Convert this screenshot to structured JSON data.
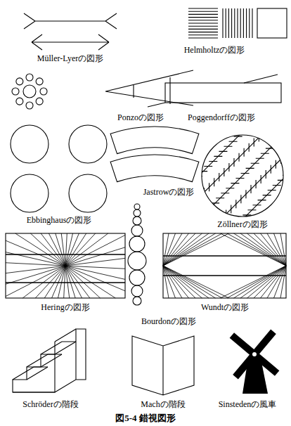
{
  "diagram": {
    "caption": "図5-4 錯視図形",
    "labels": [
      "Müller-Lyerの図形",
      "Helmholtzの図形",
      "Ponzoの図形",
      "Poggendorffの図形",
      "Ebbinghausの図形",
      "Jastrowの図形",
      "Zöllnerの図形",
      "Heringの図形",
      "Wundtの図形",
      "Bourdonの図形",
      "Schröderの階段",
      "Machの階段",
      "Sinstedenの風車"
    ]
  }
}
